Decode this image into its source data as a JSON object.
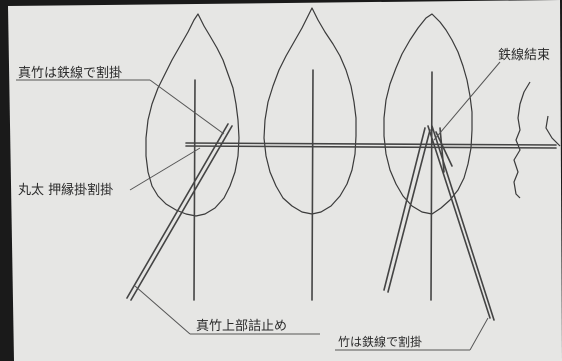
{
  "labels": {
    "top_left": "真竹は鉄線で割掛",
    "middle_left": "丸太 押縁掛割掛",
    "top_right": "鉄線結束",
    "bottom_center": "真竹上部詰止め",
    "bottom_right": "竹は鉄線で割掛"
  },
  "colors": {
    "paper": "#e6e6e4",
    "ink": "#3a3a3a",
    "background": "#1a1a1a"
  }
}
